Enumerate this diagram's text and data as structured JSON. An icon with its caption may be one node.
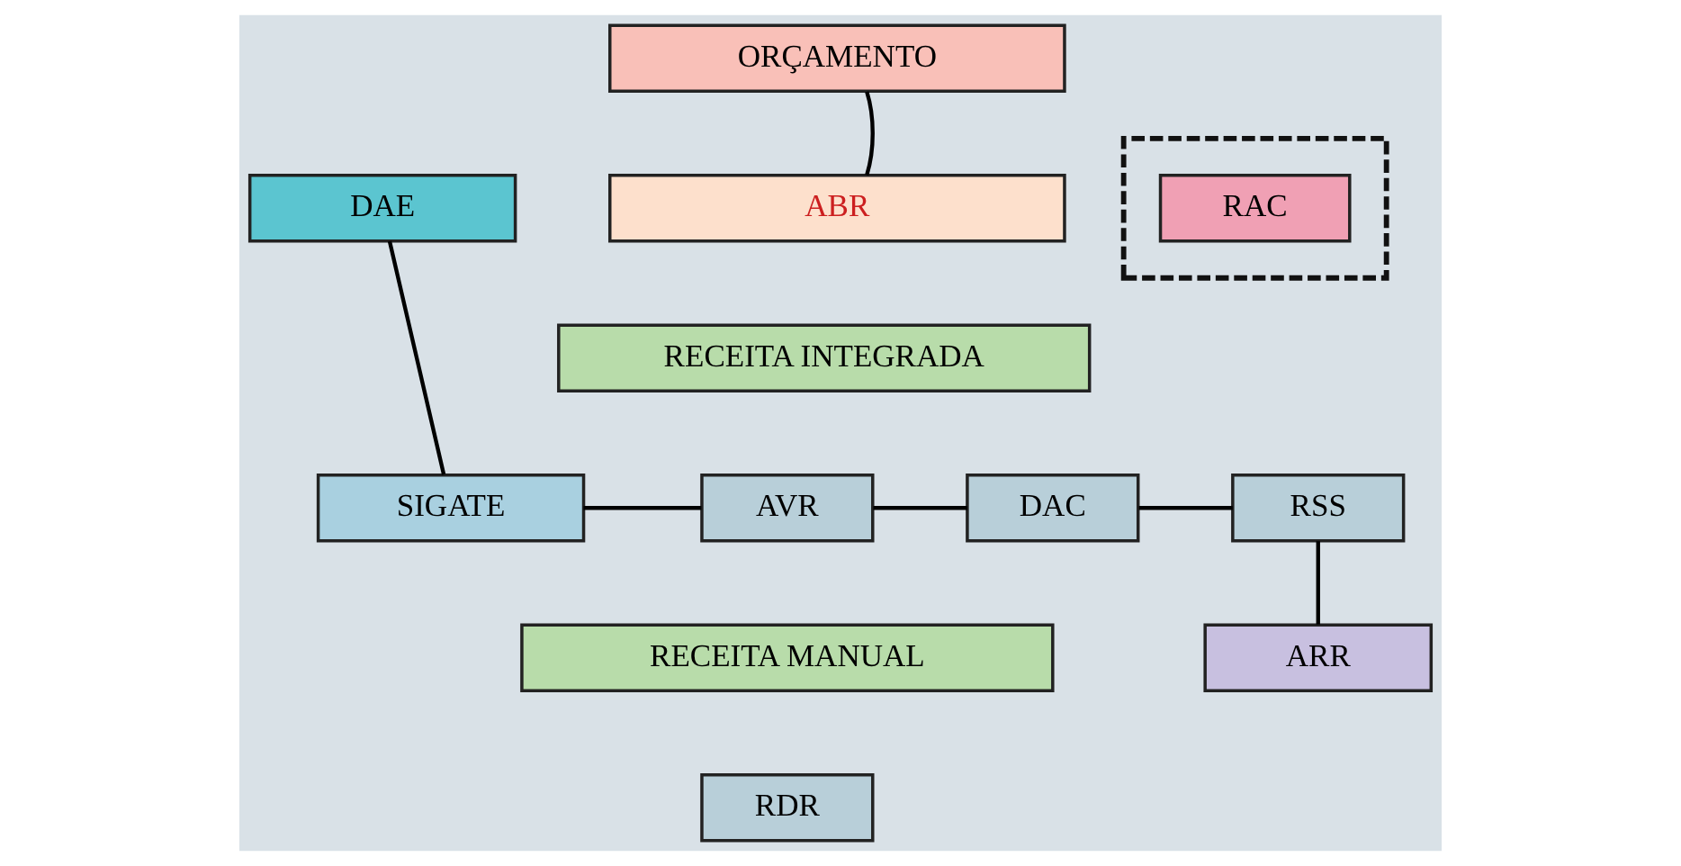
{
  "diagram": {
    "nodes": [
      {
        "text": [
          "ORÇAMENTO"
        ]
      },
      {
        "text": [
          "DAE"
        ]
      },
      {
        "text": [
          "ABR"
        ]
      },
      {
        "text": [],
        "shape": "box"
      },
      {
        "text": [
          "RAC"
        ],
        "in": 3
      },
      {
        "text": [
          "RECEITA INTEGRADA"
        ]
      },
      {
        "text": [
          "SIGATE"
        ]
      },
      {
        "text": [
          "AVR"
        ]
      },
      {
        "text": [
          "DAC"
        ]
      },
      {
        "text": [
          "RSS"
        ]
      },
      {
        "text": [
          "RECEITA MANUAL"
        ]
      },
      {
        "text": [
          "ARR"
        ]
      },
      {
        "text": [
          "RDR"
        ]
      }
    ],
    "edges": [
      {
        "from": 0,
        "to": 2,
        "arrow": "none"
      },
      {
        "from": 1,
        "to": 6,
        "arrow": "none"
      },
      {
        "from": 6,
        "to": 7,
        "arrow": "none"
      },
      {
        "from": 7,
        "to": 8,
        "arrow": "none"
      },
      {
        "from": 8,
        "to": 9,
        "arrow": "none"
      },
      {
        "from": 9,
        "to": 11,
        "arrow": "none"
      }
    ]
  }
}
